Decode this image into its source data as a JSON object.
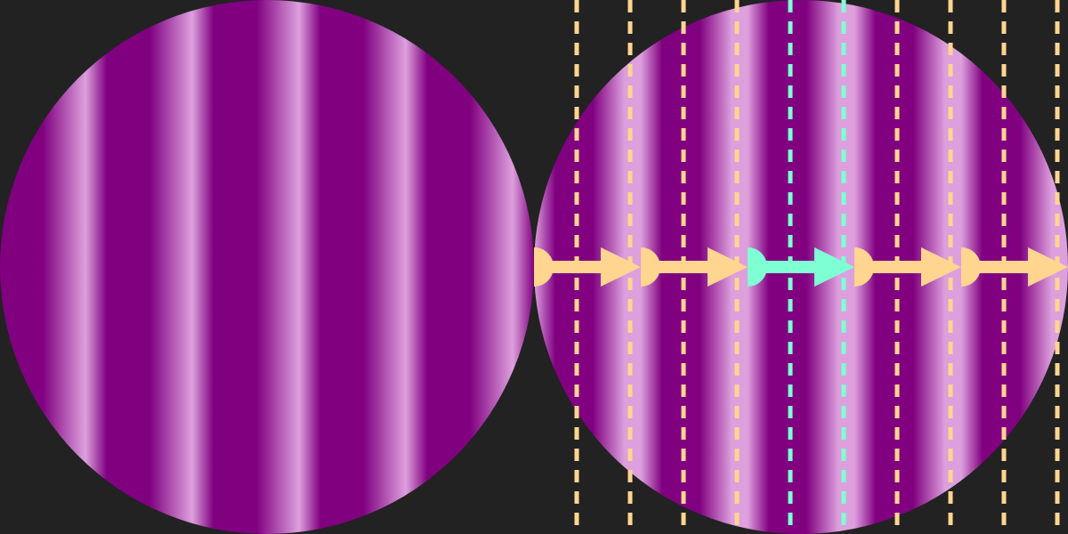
{
  "colors": {
    "background": "#222222",
    "stripe_dark": "#800080",
    "stripe_light": "#DDA0DD",
    "arrow_default": "#FFD590",
    "arrow_highlight": "#7FFFD4",
    "guide_default": "#FFD590",
    "guide_highlight": "#7FFFD4"
  },
  "panels": [
    {
      "name": "reference-grating",
      "stripe_period": 120,
      "phase": 0,
      "arrows": false
    },
    {
      "name": "analyzed-grating",
      "stripe_period": 120,
      "phase": 0,
      "arrows": true,
      "arrow_count": 5,
      "highlighted_arrow": 2
    }
  ]
}
